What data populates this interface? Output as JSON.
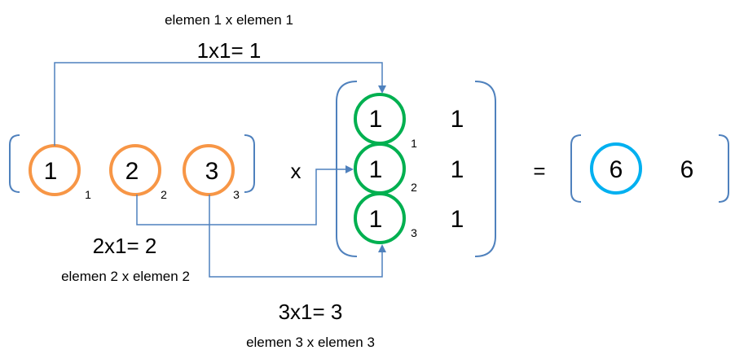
{
  "row_vector": {
    "elements": [
      "1",
      "2",
      "3"
    ],
    "subscripts": [
      "1",
      "2",
      "3"
    ],
    "circle_color": "#F79646"
  },
  "operator_times": "x",
  "column_vector": {
    "col1": [
      "1",
      "1",
      "1"
    ],
    "col2": [
      "1",
      "1",
      "1"
    ],
    "subscripts": [
      "1",
      "2",
      "3"
    ],
    "circle_color": "#00B050"
  },
  "operator_equals": "=",
  "result_vector": {
    "elements": [
      "6",
      "6"
    ],
    "circle_color": "#00B0F0"
  },
  "annotations": {
    "a1_caption": "elemen 1 x elemen 1",
    "a1_equation": "1x1= 1",
    "a2_equation": "2x1= 2",
    "a2_caption": "elemen 2 x elemen 2",
    "a3_equation": "3x1= 3",
    "a3_caption": "elemen 3 x elemen 3"
  },
  "colors": {
    "bracket": "#4F81BD",
    "arrow": "#4F81BD"
  }
}
